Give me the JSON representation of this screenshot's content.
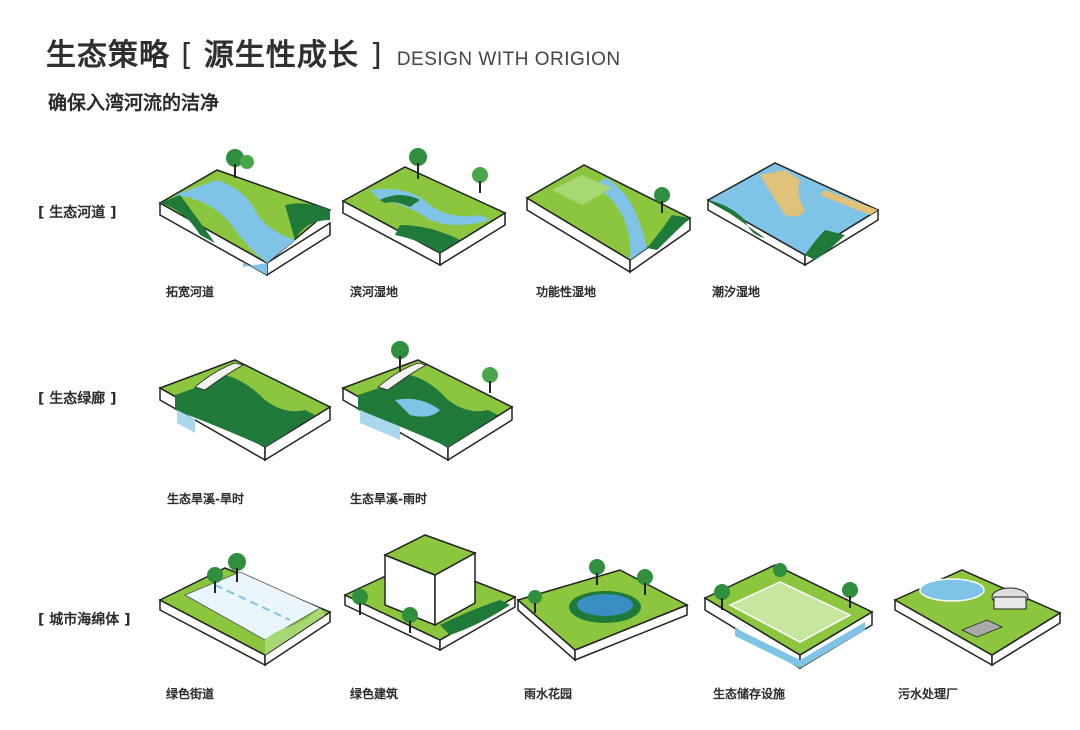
{
  "header": {
    "title_main": "生态策略",
    "bracket_open": "[",
    "title_sub": "源生性成长",
    "bracket_close": "]",
    "title_en": "DESIGN WITH ORIGION",
    "subtitle": "确保入湾河流的洁净"
  },
  "rows": [
    {
      "label": "[ 生态河道 ]",
      "items": [
        {
          "caption": "拓宽河道",
          "icon": "widened-river-block"
        },
        {
          "caption": "滨河湿地",
          "icon": "riverside-wetland-block"
        },
        {
          "caption": "功能性湿地",
          "icon": "functional-wetland-block"
        },
        {
          "caption": "潮汐湿地",
          "icon": "tidal-wetland-block"
        }
      ]
    },
    {
      "label": "[ 生态绿廊 ]",
      "items": [
        {
          "caption": "生态旱溪-旱时",
          "icon": "dry-creek-dry-block"
        },
        {
          "caption": "生态旱溪-雨时",
          "icon": "dry-creek-rain-block"
        }
      ]
    },
    {
      "label": "[ 城市海绵体 ]",
      "items": [
        {
          "caption": "绿色街道",
          "icon": "green-street-block"
        },
        {
          "caption": "绿色建筑",
          "icon": "green-building-block"
        },
        {
          "caption": "雨水花园",
          "icon": "rain-garden-block"
        },
        {
          "caption": "生态储存设施",
          "icon": "storage-facility-block"
        },
        {
          "caption": "污水处理厂",
          "icon": "sewage-plant-block"
        }
      ]
    }
  ],
  "colors": {
    "grass": "#8cc63f",
    "dark_green": "#1f7a3a",
    "water": "#7fc4e6",
    "sand": "#e0c27a",
    "outline": "#222222"
  }
}
